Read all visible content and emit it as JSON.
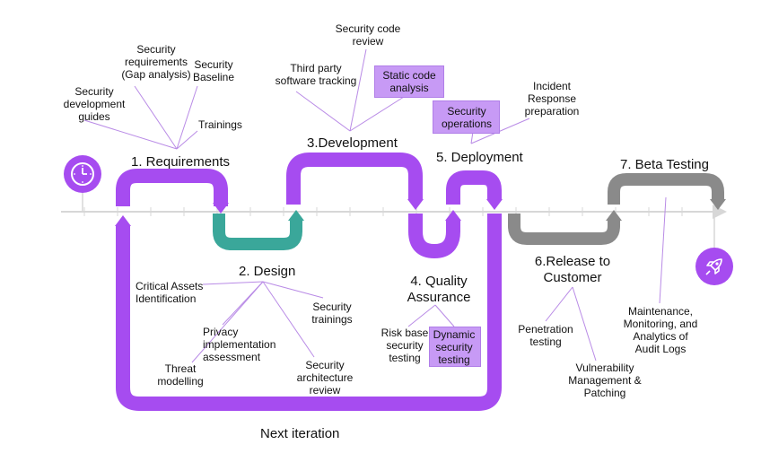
{
  "stages": {
    "requirements": "1. Requirements",
    "design": "2. Design",
    "development": "3.Development",
    "quality_line1": "4. Quality",
    "quality_line2": "Assurance",
    "deployment": "5. Deployment",
    "release_line1": "6.Release to",
    "release_line2": "Customer",
    "beta": "7. Beta Testing"
  },
  "next_iteration": "Next iteration",
  "requirements_items": {
    "dev_guides": [
      "Security",
      "development",
      "guides"
    ],
    "gap_analysis": [
      "Security",
      "requirements",
      "(Gap analysis)"
    ],
    "baseline": [
      "Security",
      "Baseline"
    ],
    "trainings": "Trainings"
  },
  "development_items": {
    "code_review": [
      "Security code",
      "review"
    ],
    "third_party": [
      "Third party",
      "software tracking"
    ],
    "static_analysis": [
      "Static code",
      "analysis"
    ]
  },
  "deployment_items": {
    "security_operations": [
      "Security",
      "operations"
    ],
    "incident_response": [
      "Incident",
      "Response",
      "preparation"
    ]
  },
  "design_items": {
    "critical_assets": [
      "Critical Assets",
      "Identification"
    ],
    "privacy": [
      "Privacy",
      "implementation",
      "assessment"
    ],
    "threat_modelling": [
      "Threat",
      "modelling"
    ],
    "security_trainings": [
      "Security",
      "trainings"
    ],
    "architecture_review": [
      "Security",
      "architecture",
      "review"
    ]
  },
  "qa_items": {
    "risk_based": [
      "Risk base",
      "security",
      "testing"
    ],
    "dynamic": [
      "Dynamic",
      "security",
      "testing"
    ]
  },
  "release_items": {
    "penetration": [
      "Penetration",
      "testing"
    ],
    "vulnerability": [
      "Vulnerability",
      "Management & ",
      "Patching"
    ]
  },
  "beta_items": {
    "maintenance": [
      "Maintenance,",
      "Monitoring, and",
      "Analytics of",
      "Audit Logs"
    ]
  },
  "icons": {
    "start": "clock-icon",
    "end": "rocket-icon"
  },
  "colors": {
    "purple": "#a64cf0",
    "teal": "#3aa79a",
    "gray": "#8a8a8a",
    "highlight_box": "#c79af5",
    "connector": "#b98be6"
  }
}
